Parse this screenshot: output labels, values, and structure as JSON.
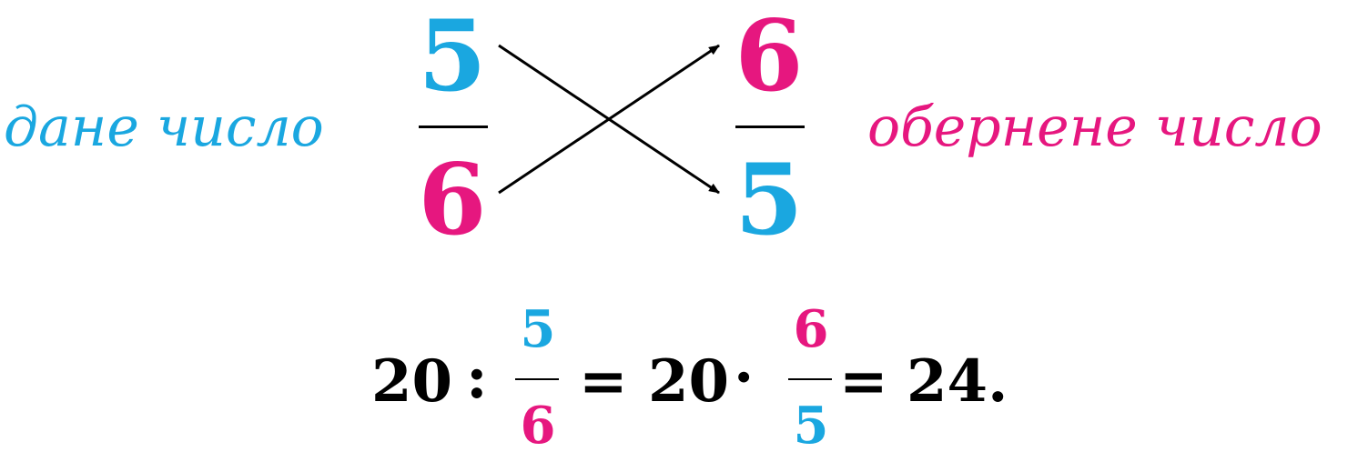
{
  "colors": {
    "given": "#1aa7e0",
    "reciprocal": "#e6177f",
    "text": "#000000"
  },
  "given": {
    "label": "дане число",
    "numerator": "5",
    "denominator": "6"
  },
  "reciprocal": {
    "label": "обернене число",
    "numerator": "6",
    "denominator": "5"
  },
  "equation": {
    "dividend": "20",
    "divide_sign": ":",
    "frac1": {
      "numerator": "5",
      "denominator": "6"
    },
    "equals1": "=",
    "multiplier": "20",
    "times_sign": "·",
    "frac2": {
      "numerator": "6",
      "denominator": "5"
    },
    "equals2": "=",
    "result": "24."
  }
}
